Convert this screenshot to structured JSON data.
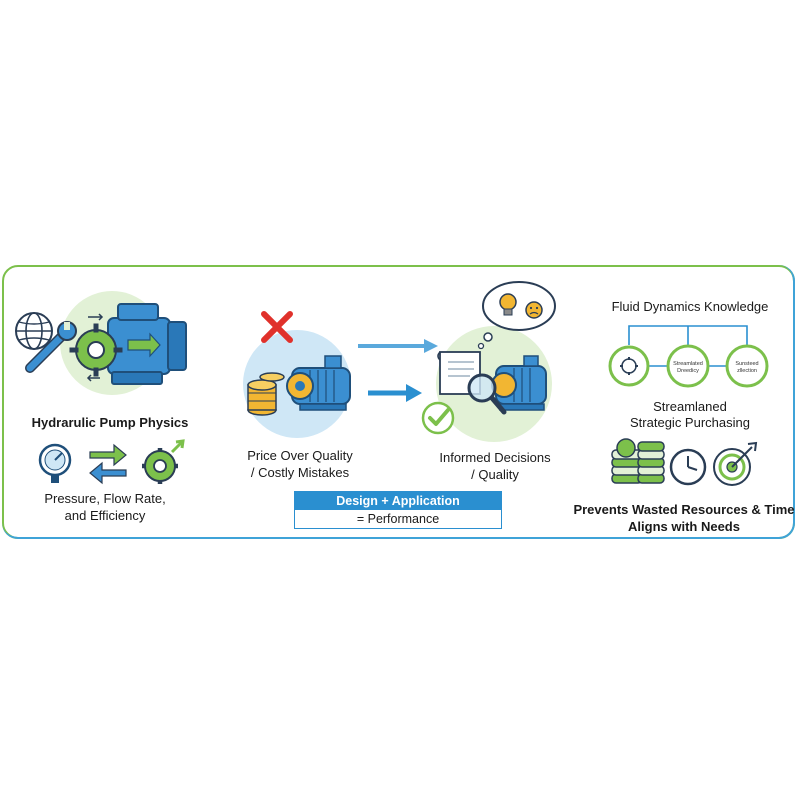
{
  "sections": {
    "physics": {
      "title": "Hydrarulic Pump Physics",
      "subtitle_line1": "Pressure, Flow Rate,",
      "subtitle_line2": "and Efficiency"
    },
    "mistakes": {
      "line1": "Price Over Quality",
      "line2": "/ Costly Mistakes"
    },
    "informed": {
      "line1": "Informed Decisions",
      "line2": "/ Quality"
    },
    "formula": {
      "top": "Design + Application",
      "bottom": "= Performance"
    },
    "knowledge": {
      "title": "Fluid Dynamics Knowledge",
      "node_left": "",
      "node_mid_line1": "Streamlated",
      "node_mid_line2": "Dreedicy",
      "node_right_line1": "Sunsteed",
      "node_right_line2": "zllection",
      "purchasing_line1": "Streamlaned",
      "purchasing_line2": "Strategic Purchasing",
      "benefit_line1": "Prevents Wasted Resources & Time",
      "benefit_line2": "Aligns with Needs"
    }
  },
  "colors": {
    "green": "#7cc04b",
    "blue": "#2a8fd0",
    "light_blue": "#cfe7f6",
    "light_green": "#e2f1d6",
    "red": "#e0312b",
    "gold": "#f2b632",
    "navy": "#1f4f7a"
  },
  "icons": [
    "globe-icon",
    "wrench-icon",
    "gear-icon",
    "pump-icon",
    "gauge-icon",
    "swap-arrows-icon",
    "gear-arrow-icon",
    "cross-icon",
    "coins-icon",
    "check-icon",
    "document-icon",
    "magnifier-icon",
    "lightbulb-icon",
    "sad-face-icon",
    "money-stack-icon",
    "clock-icon",
    "target-icon"
  ]
}
